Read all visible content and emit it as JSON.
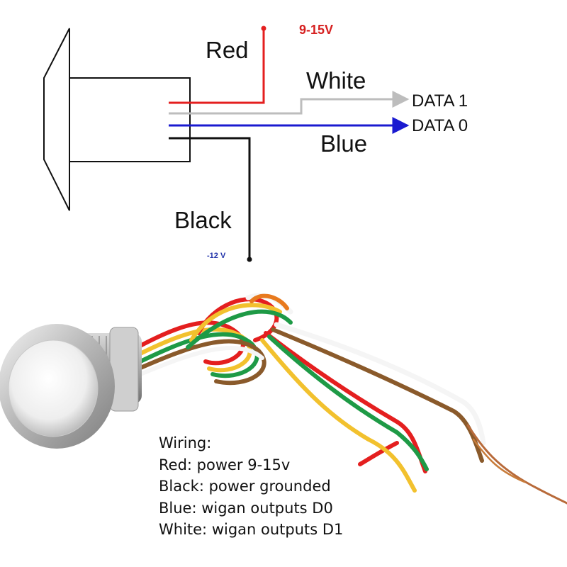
{
  "diagram": {
    "voltage_top": "9-15V",
    "voltage_bottom": "-12 V",
    "wires": {
      "red": "Red",
      "white": "White",
      "blue": "Blue",
      "black": "Black"
    },
    "outputs": {
      "data1": "DATA 1",
      "data0": "DATA 0"
    },
    "colors": {
      "red": "#e41f1f",
      "white": "#bdbdbd",
      "blue": "#1a1ad0",
      "black": "#111111",
      "voltage_top": "#d62020",
      "voltage_bottom": "#2233aa"
    }
  },
  "wiring_notes": {
    "title": "Wiring:",
    "lines": [
      "Red: power 9-15v",
      "Black: power grounded",
      "Blue: wigan outputs D0",
      "White: wigan outputs D1"
    ]
  }
}
